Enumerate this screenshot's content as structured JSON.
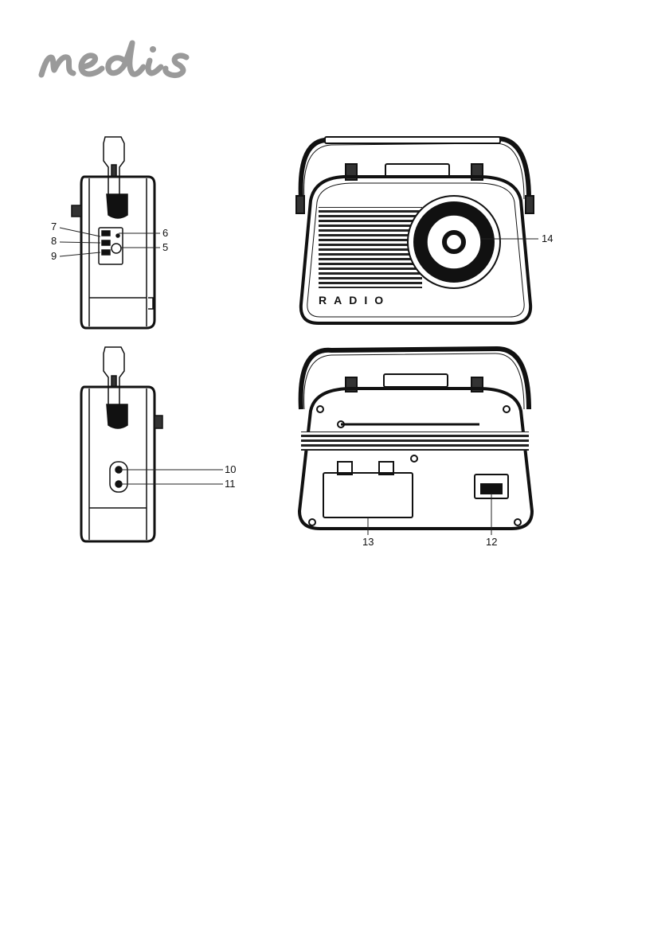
{
  "brand": {
    "logo_text": "nedis"
  },
  "figure": {
    "front_label": "RADIO",
    "callouts": {
      "c5": "5",
      "c6": "6",
      "c7": "7",
      "c8": "8",
      "c9": "9",
      "c10": "10",
      "c11": "11",
      "c12": "12",
      "c13": "13",
      "c14": "14"
    }
  }
}
